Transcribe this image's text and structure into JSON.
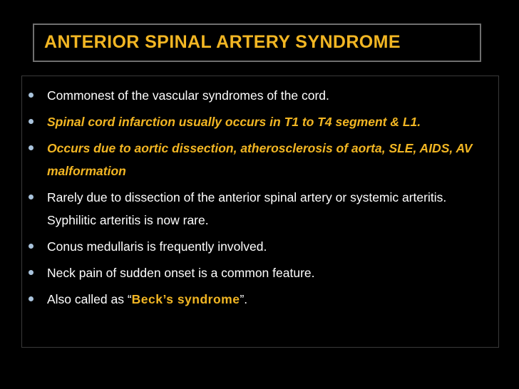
{
  "slide": {
    "title": "ANTERIOR SPINAL ARTERY SYNDROME",
    "bullets": [
      {
        "text": "Commonest of the vascular syndromes of the cord."
      },
      {
        "text": "Spinal cord infarction usually occurs in T1 to T4 segment & L1."
      },
      {
        "text": "Occurs due to aortic dissection, atherosclerosis of aorta, SLE, AIDS, AV malformation"
      },
      {
        "text": "Rarely due to dissection of the anterior spinal artery or systemic arteritis. Syphilitic arteritis is now rare."
      },
      {
        "text": "Conus medullaris is frequently involved."
      },
      {
        "text": "Neck pain of sudden onset is a common feature."
      },
      {
        "prefix": "Also called as “",
        "highlight": "Beck’s syndrome",
        "suffix": "”."
      }
    ]
  },
  "colors": {
    "background": "#000000",
    "title": "#f2b623",
    "body_text": "#ffffff",
    "emphasis_text": "#f2b623",
    "bullet": "#a9c3dc",
    "title_border": "#6f6f6f"
  }
}
